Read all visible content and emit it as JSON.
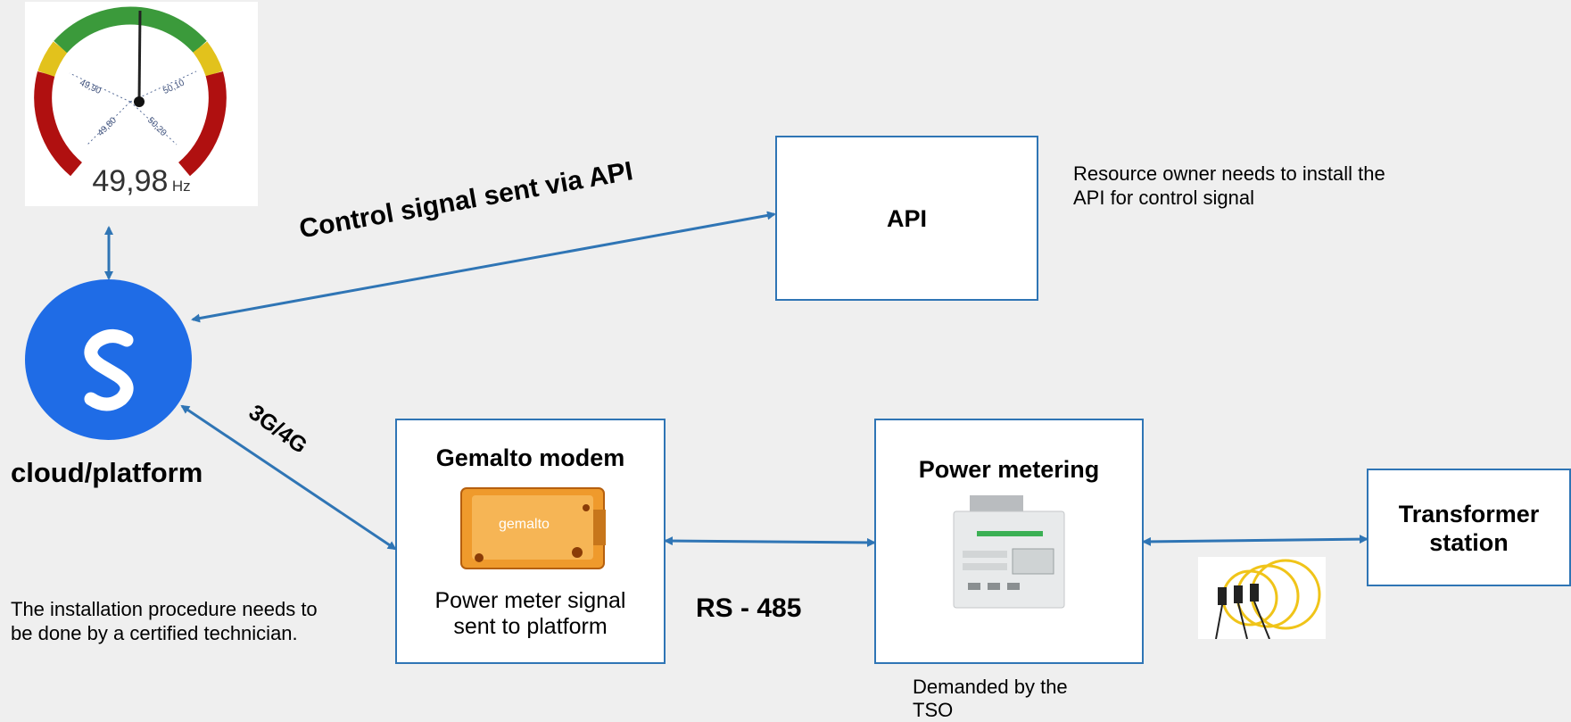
{
  "gauge": {
    "ticks": [
      "49,90",
      "50,10",
      "49,80",
      "50,20"
    ],
    "reading": "49,98",
    "unit": "Hz"
  },
  "cloud": {
    "label": "cloud/platform"
  },
  "links": {
    "api": "Control signal sent via API",
    "cellular": "3G/4G",
    "serial": "RS - 485"
  },
  "api_box": {
    "title": "API"
  },
  "api_note": {
    "line1": "Resource owner needs to install the",
    "line2": "API for control signal"
  },
  "modem_box": {
    "title": "Gemalto modem",
    "brand": "gemalto",
    "caption1": "Power meter signal",
    "caption2": "sent to platform"
  },
  "meter_box": {
    "title": "Power metering"
  },
  "meter_note": {
    "line1": "Demanded by the",
    "line2": "TSO"
  },
  "transformer_box": {
    "line1": "Transformer",
    "line2": "station"
  },
  "install_note": {
    "line1": "The installation procedure needs to",
    "line2": "be done by a certified technician."
  },
  "colors": {
    "accent": "#2f75b5",
    "cloud": "#1f6ce6",
    "gauge_green": "#3b9a3b",
    "gauge_yellow": "#e2c21c",
    "gauge_red": "#b01010"
  }
}
